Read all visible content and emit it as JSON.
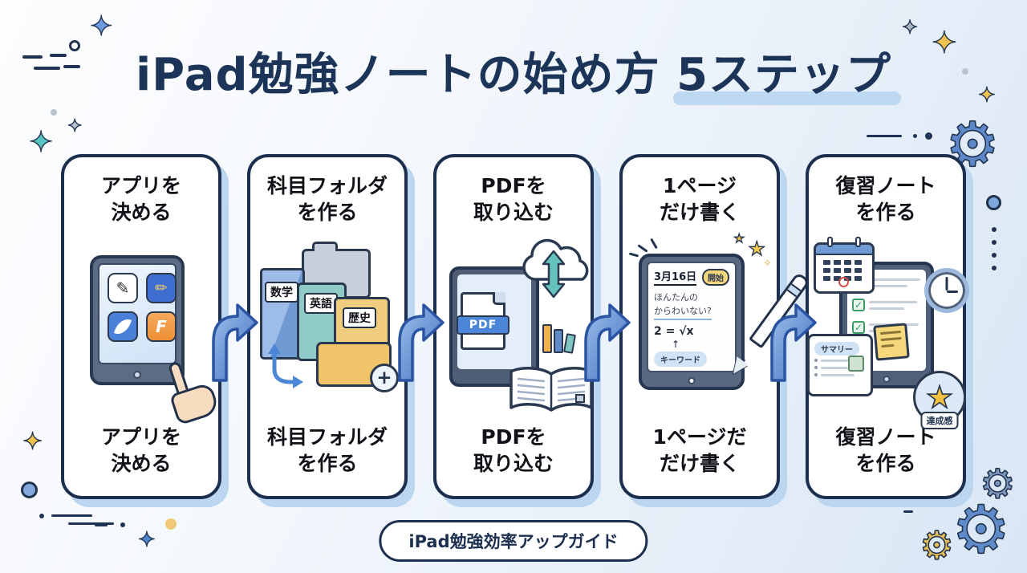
{
  "title": {
    "main": "iPad勉強ノートの始め方 ",
    "highlight": "5ステップ"
  },
  "footer": {
    "badge": "iPad勉強効率アップガイド"
  },
  "steps": [
    {
      "top1": "アプリを",
      "top2": "決める",
      "bot1": "アプリを",
      "bot2": "決める"
    },
    {
      "top1": "科目フォルダ",
      "top2": "を作る",
      "bot1": "科目フォルダ",
      "bot2": "を作る"
    },
    {
      "top1": "PDFを",
      "top2": "取り込む",
      "bot1": "PDFを",
      "bot2": "取り込む"
    },
    {
      "top1": "1ページ",
      "top2": "だけ書く",
      "bot1": "1ページだ",
      "bot2": "だけ書く"
    },
    {
      "top1": "復習ノート",
      "top2": "を作る",
      "bot1": "復習ノート",
      "bot2": "を作る"
    }
  ],
  "card1": {
    "app_f": "F"
  },
  "card2": {
    "math": "数学",
    "english": "英語",
    "history": "歴史",
    "plus": "+"
  },
  "card3": {
    "pdf": "PDF"
  },
  "card4": {
    "date": "3月16日",
    "badge": "開始",
    "hw1": "ほんたんの",
    "hw2": "からわいない?",
    "formula": "2 = √x",
    "up_arrow": "↑",
    "keyword": "キーワード"
  },
  "card5": {
    "summary": "サマリー",
    "achievement": "達成感"
  },
  "glyphs": {
    "sparkle": "✦",
    "sparkle_outline": "✧",
    "gear": "⚙",
    "star": "★",
    "check": "✓",
    "note_pen": "✎",
    "pencil": "✏"
  },
  "colors": {
    "accent_blue": "#4a7fc9",
    "navy_outline": "#1d2f4f",
    "highlight": "#bdd9f2",
    "gold": "#f0c24d",
    "teal": "#58c5c0"
  }
}
